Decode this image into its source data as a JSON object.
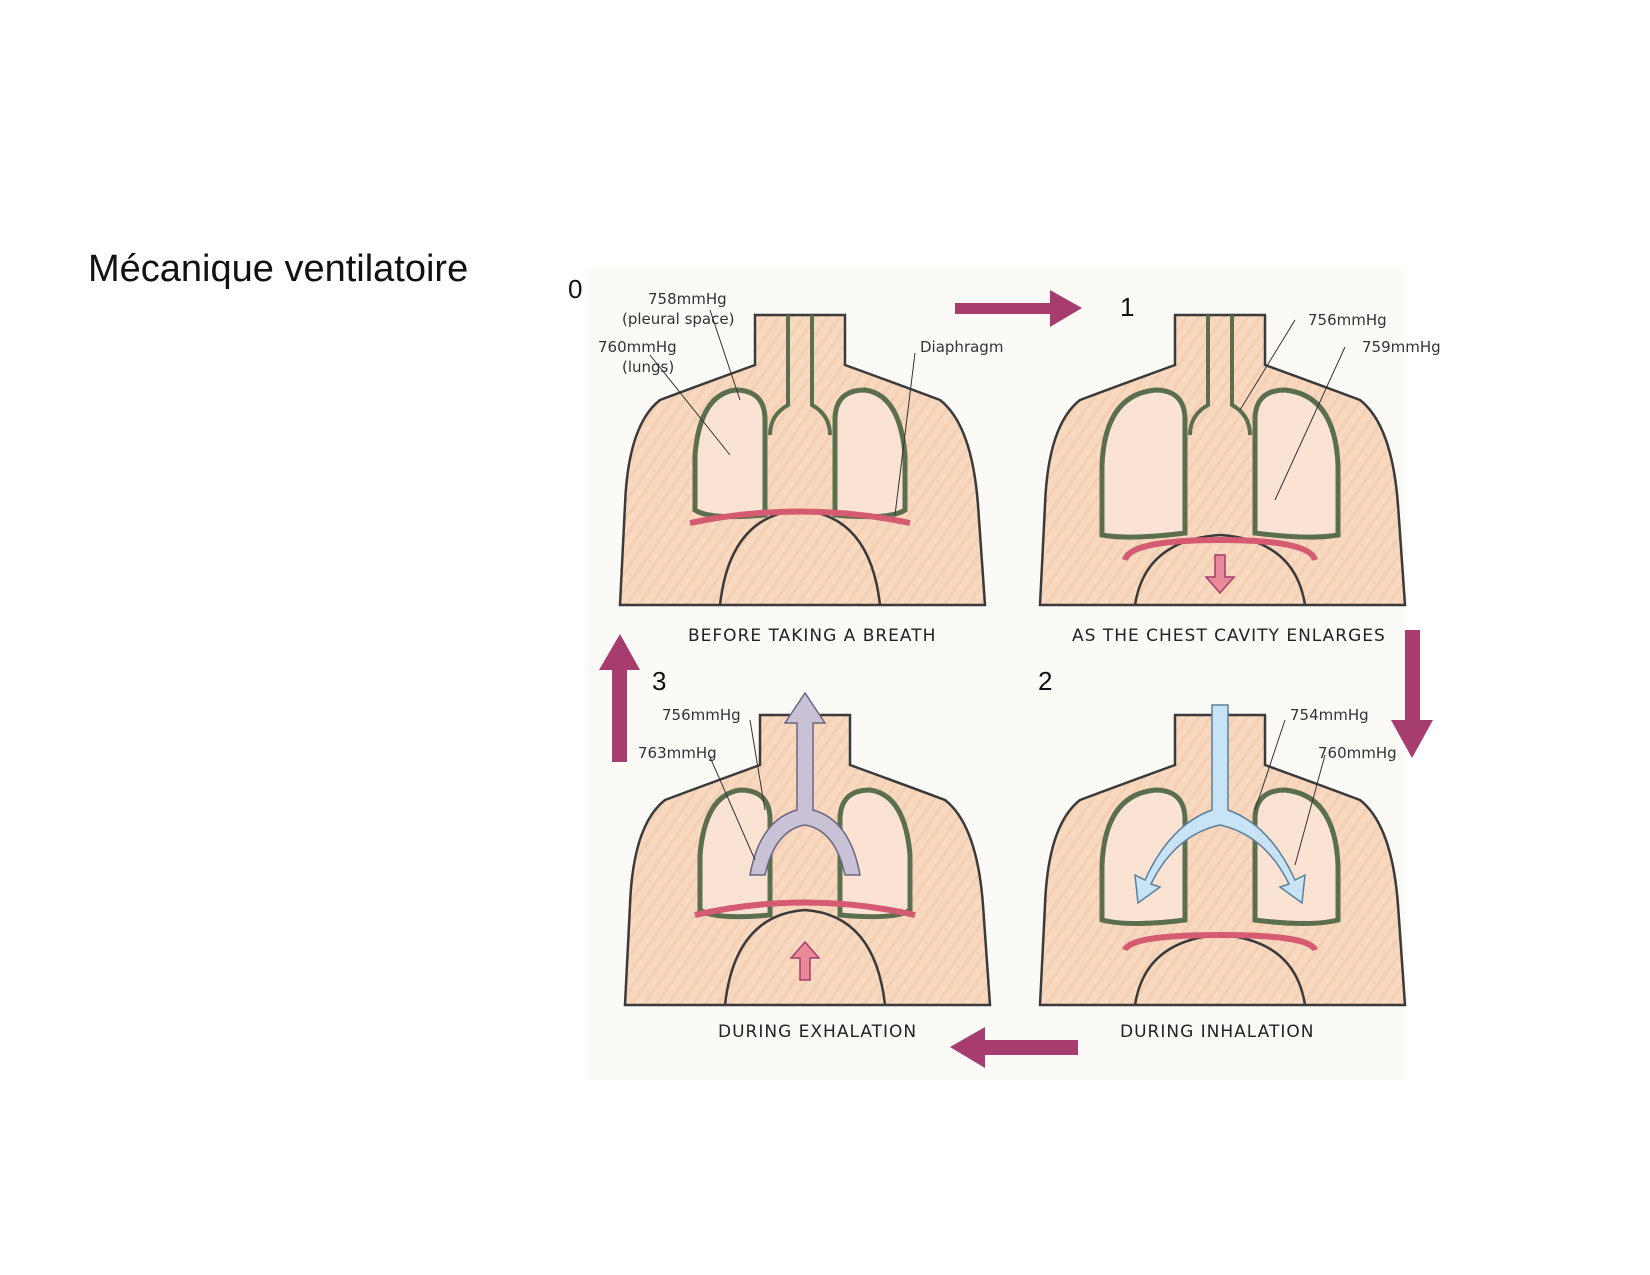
{
  "slide": {
    "title": "Mécanique ventilatoire"
  },
  "colors": {
    "skin": "#f8d8bf",
    "skin_stroke": "#3a3a3a",
    "lung_outline": "#5b6f4f",
    "lung_fill": "#fbe3d3",
    "diaphragm": "#d45b72",
    "cycle_arrow": "#a63d6e",
    "air_in": "#c8e3f5",
    "air_out": "#c9c2d6"
  },
  "panels": [
    {
      "step": "0",
      "caption": "BEFORE TAKING A BREATH",
      "labels": {
        "pleural": "758mmHg",
        "pleural_note": "(pleural space)",
        "lungs": "760mmHg",
        "lungs_note": "(lungs)",
        "diaphragm": "Diaphragm"
      }
    },
    {
      "step": "1",
      "caption": "AS THE CHEST CAVITY ENLARGES",
      "labels": {
        "pleural": "756mmHg",
        "lungs": "759mmHg"
      }
    },
    {
      "step": "2",
      "caption": "DURING INHALATION",
      "labels": {
        "pleural": "754mmHg",
        "lungs": "760mmHg"
      }
    },
    {
      "step": "3",
      "caption": "DURING EXHALATION",
      "labels": {
        "pleural": "756mmHg",
        "lungs": "763mmHg"
      }
    }
  ]
}
